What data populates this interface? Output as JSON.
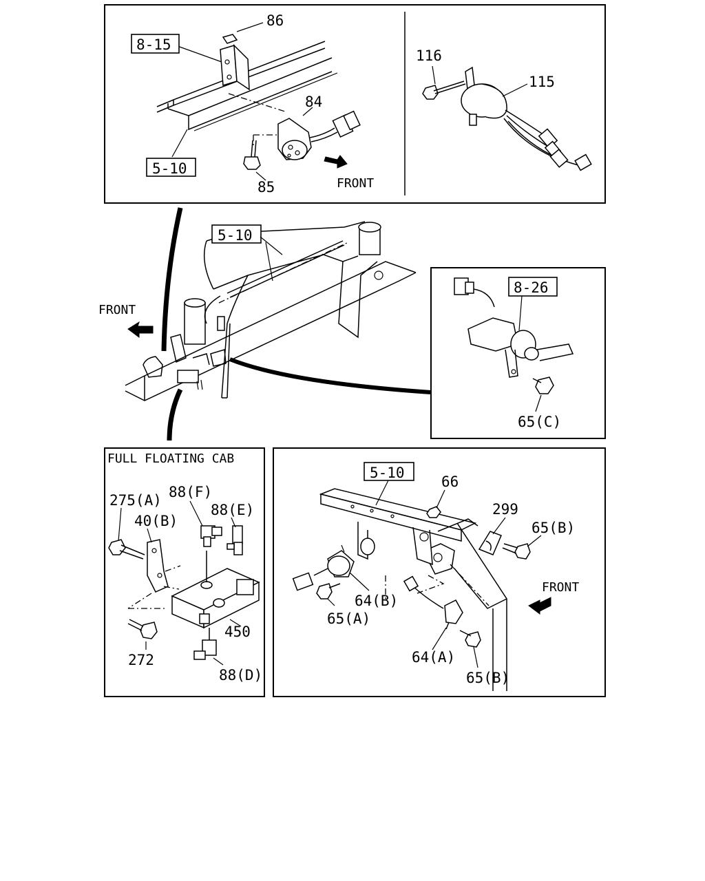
{
  "labels": {
    "p1": {
      "ref_8_15": "8-15",
      "ref_5_10": "5-10",
      "n86": "86",
      "n84": "84",
      "n85": "85",
      "front": "FRONT",
      "n116": "116",
      "n115": "115"
    },
    "center": {
      "ref_5_10": "5-10",
      "front": "FRONT"
    },
    "p2": {
      "ref_8_26": "8-26",
      "n65c": "65(C)"
    },
    "p3": {
      "title": "FULL FLOATING CAB",
      "n275a": "275(A)",
      "n88f": "88(F)",
      "n88e": "88(E)",
      "n40b": "40(B)",
      "n450": "450",
      "n272": "272",
      "n88d": "88(D)"
    },
    "p4": {
      "ref_5_10": "5-10",
      "n66": "66",
      "n299": "299",
      "n65b_top": "65(B)",
      "front": "FRONT",
      "n64b": "64(B)",
      "n65a": "65(A)",
      "n64a": "64(A)",
      "n65b_bottom": "65(B)"
    }
  }
}
